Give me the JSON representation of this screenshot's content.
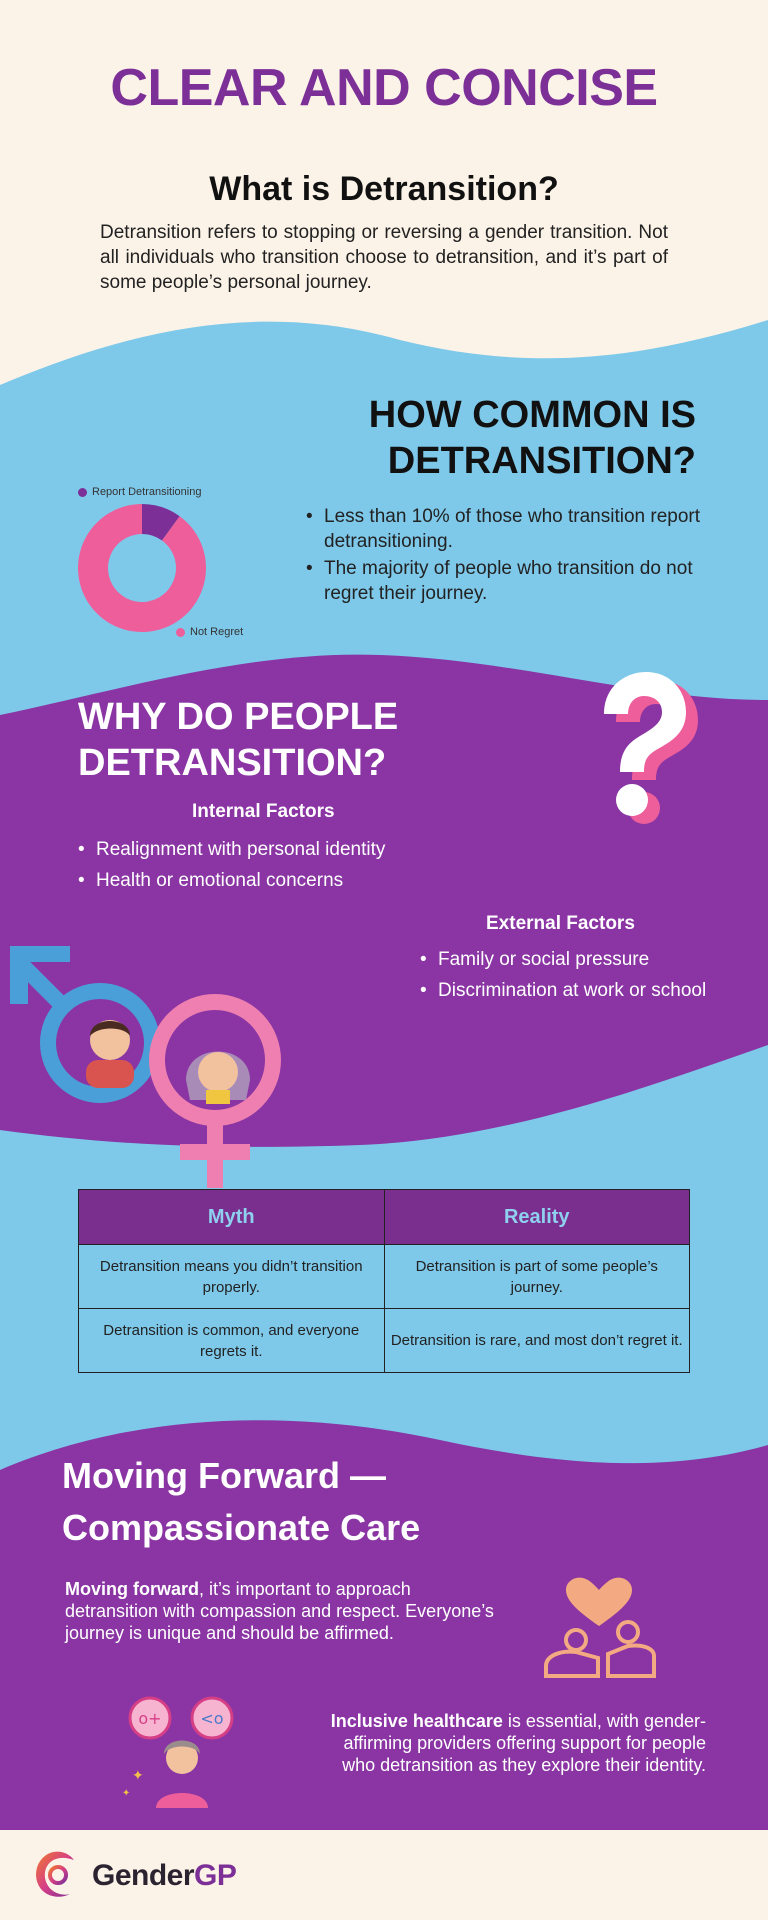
{
  "header": {
    "title": "CLEAR AND CONCISE",
    "subtitle": "What is Detransition?",
    "intro": "Detransition refers to stopping or reversing a gender transition. Not all individuals who transition choose to detransition, and it’s part of some people’s personal journey."
  },
  "common": {
    "heading_line1": "HOW COMMON IS",
    "heading_line2": "DETRANSITION?",
    "bullets": [
      "Less than 10% of those who transition report detransitioning.",
      "The majority of people who transition do not regret their journey."
    ],
    "chart_data": {
      "type": "pie",
      "categories": [
        "Report Detransitioning",
        "Not Regret"
      ],
      "values": [
        10,
        90
      ],
      "colors": [
        "#7b2f97",
        "#ee5e9a"
      ],
      "donut": true,
      "legend": "top-left / bottom-right"
    }
  },
  "why": {
    "heading_line1": "WHY DO PEOPLE",
    "heading_line2": "DETRANSITION?",
    "internal_title": "Internal Factors",
    "internal": [
      "Realignment with personal identity",
      "Health or emotional concerns"
    ],
    "external_title": "External Factors",
    "external": [
      "Family or social pressure",
      "Discrimination at work or school"
    ]
  },
  "myth_table": {
    "headers": [
      "Myth",
      "Reality"
    ],
    "rows": [
      [
        "Detransition means you didn’t transition properly.",
        "Detransition is part of some people’s journey."
      ],
      [
        "Detransition is common, and everyone regrets it.",
        "Detransition is rare, and most don’t regret it."
      ]
    ]
  },
  "moving": {
    "heading_line1": "Moving Forward —",
    "heading_line2": "Compassionate Care",
    "p1_bold": "Moving forward",
    "p1_rest": ", it’s important to approach detransition with compassion and respect. Everyone’s journey is unique and should be affirmed.",
    "p2_bold": "Inclusive healthcare",
    "p2_rest": " is essential, with gender-affirming providers offering support for people who detransition as they explore their identity."
  },
  "footer": {
    "brand_part1": "Gender",
    "brand_part2": "GP"
  },
  "colors": {
    "purple": "#7b2f97",
    "light_blue": "#7ec9ea",
    "pink": "#ee5e9a",
    "cream": "#fcf3e8"
  },
  "icons": [
    "question-mark-icon",
    "male-symbol-icon",
    "female-symbol-icon",
    "heart-hands-icon",
    "gender-symbols-person-icon",
    "gendergp-logo-icon"
  ]
}
